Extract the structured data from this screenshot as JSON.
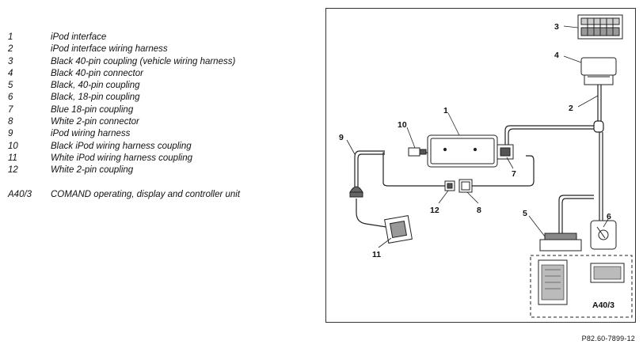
{
  "legend": [
    {
      "num": "1",
      "text": "iPod interface"
    },
    {
      "num": "2",
      "text": "iPod interface wiring harness"
    },
    {
      "num": "3",
      "text": "Black 40-pin coupling (vehicle wiring harness)"
    },
    {
      "num": "4",
      "text": "Black 40-pin connector"
    },
    {
      "num": "5",
      "text": "Black, 40-pin coupling"
    },
    {
      "num": "6",
      "text": "Black, 18-pin coupling"
    },
    {
      "num": "7",
      "text": "Blue 18-pin coupling"
    },
    {
      "num": "8",
      "text": "White 2-pin connector"
    },
    {
      "num": "9",
      "text": "iPod wiring harness"
    },
    {
      "num": "10",
      "text": "Black iPod wiring harness coupling"
    },
    {
      "num": "11",
      "text": "White iPod wiring harness coupling"
    },
    {
      "num": "12",
      "text": "White 2-pin coupling"
    }
  ],
  "legend_extra": {
    "num": "A40/3",
    "text": "COMAND operating, display and controller unit"
  },
  "diagram": {
    "callouts": {
      "c1": "1",
      "c2": "2",
      "c3": "3",
      "c4": "4",
      "c5": "5",
      "c6": "6",
      "c7": "7",
      "c8": "8",
      "c9": "9",
      "c10": "10",
      "c11": "11",
      "c12": "12",
      "unit": "A40/3"
    }
  },
  "figure_ref": "P82.60-7899-12"
}
